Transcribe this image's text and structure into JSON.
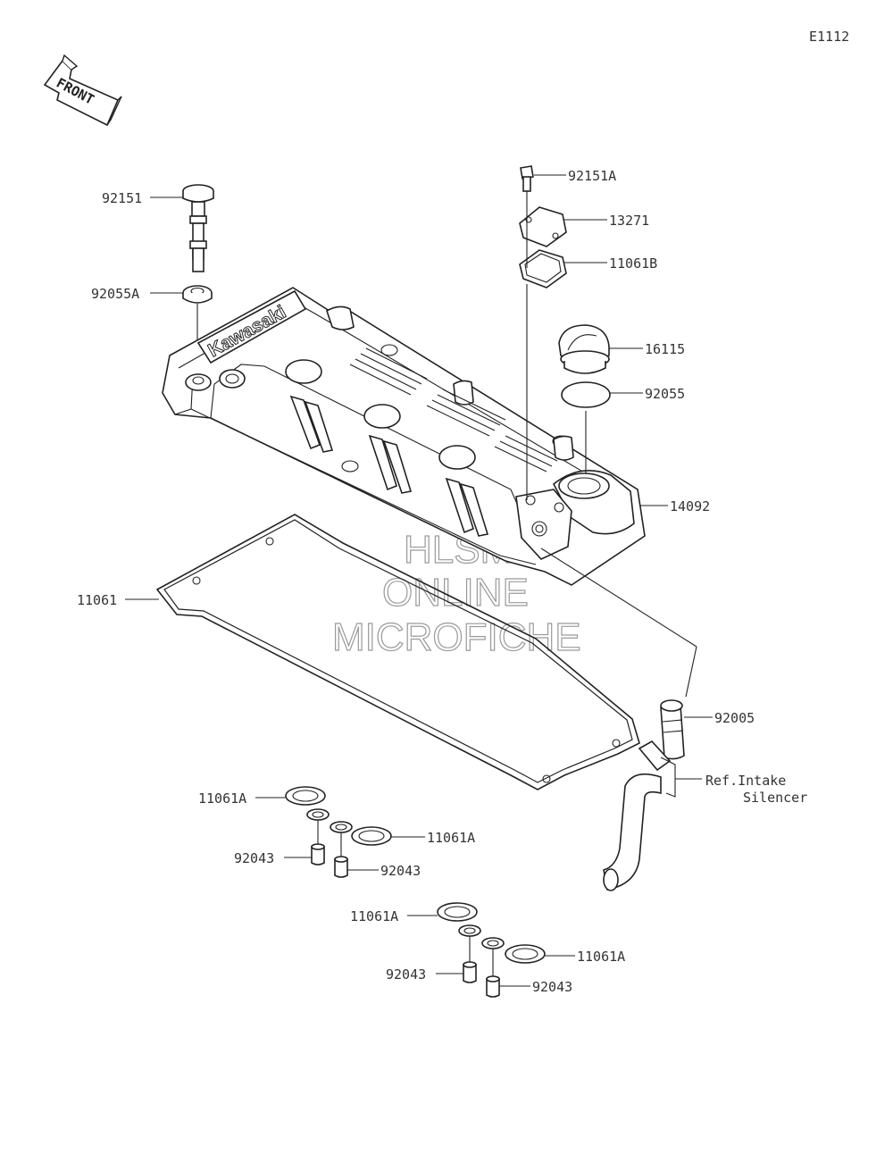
{
  "diagram": {
    "code": "E1112",
    "front_text": "FRONT",
    "brand_text": "Kawasaki",
    "parts": [
      {
        "id": "92151"
      },
      {
        "id": "92055A"
      },
      {
        "id": "92151A"
      },
      {
        "id": "13271"
      },
      {
        "id": "11061B"
      },
      {
        "id": "16115"
      },
      {
        "id": "92055"
      },
      {
        "id": "14092"
      },
      {
        "id": "11061"
      },
      {
        "id": "92005"
      },
      {
        "id": "11061A"
      },
      {
        "id": "11061A"
      },
      {
        "id": "92043"
      },
      {
        "id": "92043"
      },
      {
        "id": "11061A"
      },
      {
        "id": "11061A"
      },
      {
        "id": "92043"
      },
      {
        "id": "92043"
      }
    ],
    "reference": {
      "line1": "Ref.Intake",
      "line2": "Silencer"
    },
    "watermark": {
      "line1": "HLSM",
      "line2": "ONLINE",
      "line3": "MICROFICHE"
    }
  }
}
